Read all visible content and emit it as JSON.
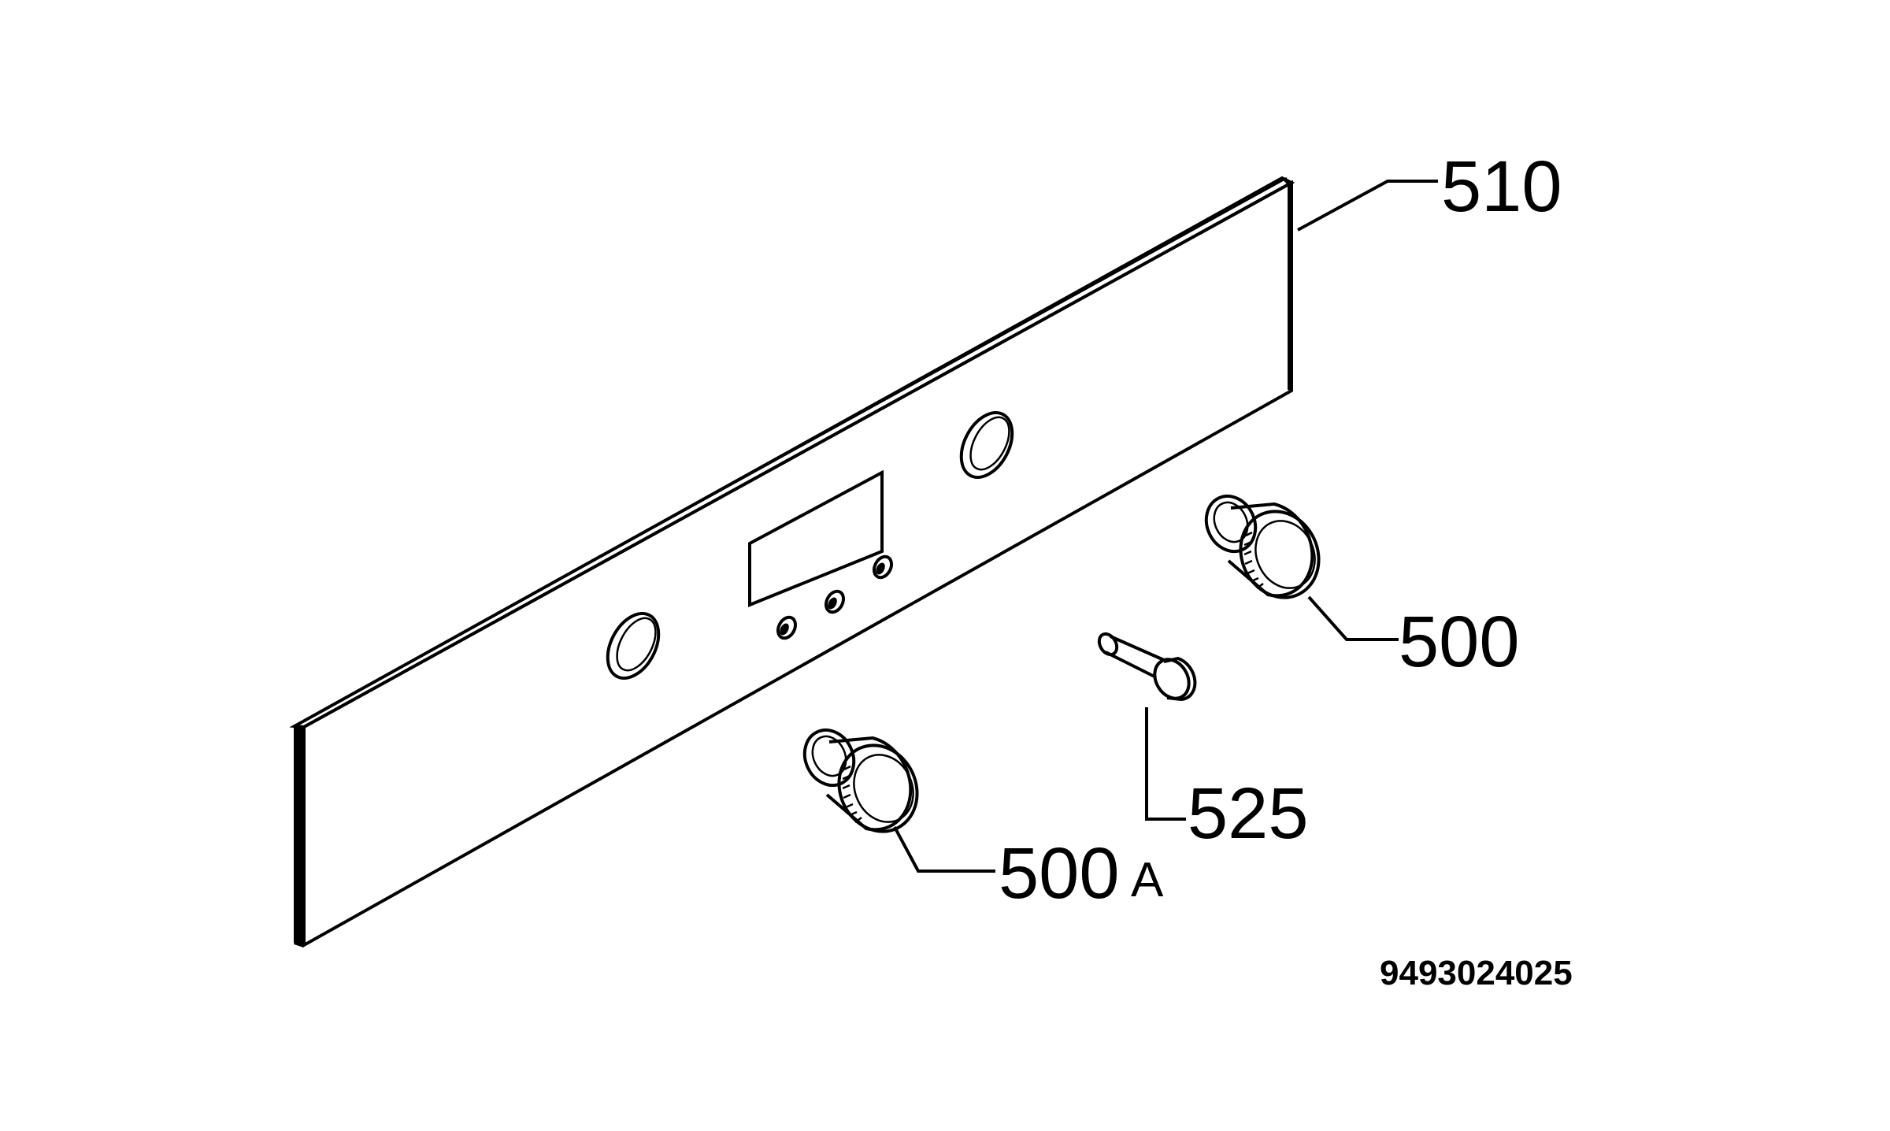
{
  "diagram": {
    "labels": {
      "panel": "510",
      "knob_right": "500",
      "knob_left_number": "500",
      "knob_left_suffix": "A",
      "pin": "525"
    },
    "drawing_number": "9493024025",
    "colors": {
      "line": "#000000",
      "background": "#ffffff"
    }
  }
}
